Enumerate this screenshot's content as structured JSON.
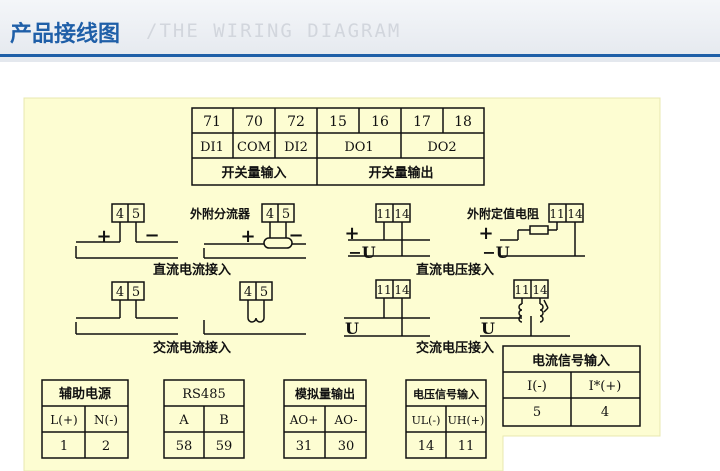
{
  "header": {
    "title": "产品接线图",
    "subtitle": "/THE WIRING DIAGRAM"
  },
  "top_table": {
    "terminals": [
      "71",
      "70",
      "72",
      "15",
      "16",
      "17",
      "18"
    ],
    "signals": [
      "DI1",
      "COM",
      "DI2",
      "DO1",
      "DO2"
    ],
    "groups": [
      "开关量输入",
      "开关量输出"
    ]
  },
  "dc_current": {
    "label": "直流电流接入",
    "shunt_label": "外附分流器",
    "terminals": [
      "4",
      "5"
    ],
    "plus": "+",
    "minus": "−"
  },
  "dc_voltage": {
    "label": "直流电压接入",
    "resistor_label": "外附定值电阻",
    "terminals": [
      "11",
      "14"
    ],
    "plus": "+",
    "minus": "−U"
  },
  "ac_current": {
    "label": "交流电流接入",
    "terminals": [
      "4",
      "5"
    ]
  },
  "ac_voltage": {
    "label": "交流电压接入",
    "terminals": [
      "11",
      "14"
    ],
    "symbol": "U"
  },
  "aux_power": {
    "title": "辅助电源",
    "cols": [
      "L(+)",
      "N(-)"
    ],
    "nums": [
      "1",
      "2"
    ]
  },
  "rs485": {
    "title": "RS485",
    "cols": [
      "A",
      "B"
    ],
    "nums": [
      "58",
      "59"
    ]
  },
  "analog_out": {
    "title": "模拟量输出",
    "cols": [
      "AO+",
      "AO-"
    ],
    "nums": [
      "31",
      "30"
    ]
  },
  "voltage_in": {
    "title": "电压信号输入",
    "cols": [
      "UL(-)",
      "UH(+)"
    ],
    "nums": [
      "14",
      "11"
    ]
  },
  "current_in": {
    "title": "电流信号输入",
    "cols": [
      "I(-)",
      "I*(+)"
    ],
    "nums": [
      "5",
      "4"
    ]
  }
}
